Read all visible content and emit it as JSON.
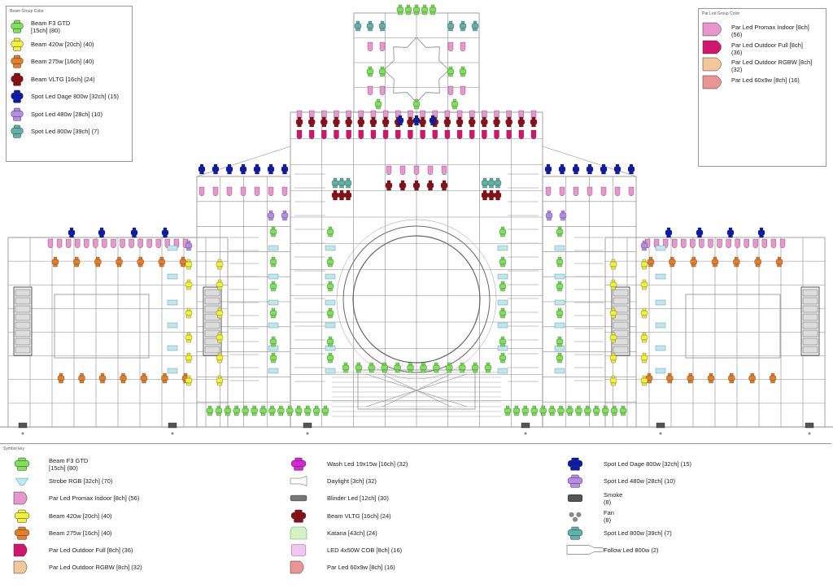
{
  "colors": {
    "beam_f3": "#7ee15a",
    "beam_420": "#f1f03d",
    "beam_275": "#e37f2b",
    "beam_vltg": "#8b0f16",
    "spot_dage": "#0c1aa8",
    "spot_480": "#b58de6",
    "spot_800": "#5fb3a8",
    "par_promax": "#e796cf",
    "par_outdoor_full": "#d1166d",
    "par_rgbw": "#f1c79b",
    "par_60": "#ea9595",
    "wash_led": "#d726d7",
    "katana": "#d6f2c5",
    "led_cob": "#f0c8ef",
    "strobe": "#bfe7ee",
    "truss": "#8c8c8c"
  },
  "beam_legend": {
    "title": "Beam Group Color",
    "items": [
      {
        "label": "Beam F3 GTD\n[15ch] (80)",
        "icon": "beam-f3-icon",
        "color": "#7ee15a"
      },
      {
        "label": "Beam 420w [20ch] (40)",
        "icon": "beam-420-icon",
        "color": "#f1f03d"
      },
      {
        "label": "Beam 275w [16ch] (40)",
        "icon": "beam-275-icon",
        "color": "#e37f2b"
      },
      {
        "label": "Beam VLTG [16ch] (24)",
        "icon": "beam-vltg-icon",
        "color": "#8b0f16"
      },
      {
        "label": "Spot Led Dage 800w [32ch] (15)",
        "icon": "spot-dage-icon",
        "color": "#0c1aa8"
      },
      {
        "label": "Spot Led 480w [28ch] (10)",
        "icon": "spot-480-icon",
        "color": "#b58de6"
      },
      {
        "label": "Spot Led 800w [39ch] (7)",
        "icon": "spot-800-icon",
        "color": "#5fb3a8"
      }
    ]
  },
  "par_legend": {
    "title": "Par Led Group Color",
    "items": [
      {
        "label": "Par Led Promax Indoor [8ch]\n(56)",
        "icon": "par-promax-icon",
        "color": "#e796cf"
      },
      {
        "label": "Par Led Outdoor Full [8ch]\n(36)",
        "icon": "par-outdoor-full-icon",
        "color": "#d1166d"
      },
      {
        "label": "Par Led Outdoor RGBW [8ch]\n(32)",
        "icon": "par-rgbw-icon",
        "color": "#f1c79b"
      },
      {
        "label": "Par Led 60x9w [8ch] (16)",
        "icon": "par-60-icon",
        "color": "#ea9595"
      }
    ]
  },
  "symbol_key": {
    "title": "Symbol key",
    "columns": [
      [
        {
          "label": "Beam F3 GTD\n[15ch] (80)",
          "icon": "beam-f3-icon",
          "shape": "beam",
          "color": "#7ee15a"
        },
        {
          "label": "Strobe RGB [32ch] (70)",
          "icon": "strobe-icon",
          "shape": "strobe",
          "color": "#bfe7ee"
        },
        {
          "label": "Par Led Promax Indoor [8ch] (56)",
          "icon": "par-promax-icon",
          "shape": "par",
          "color": "#e796cf"
        },
        {
          "label": "Beam 420w [20ch] (40)",
          "icon": "beam-420-icon",
          "shape": "beam",
          "color": "#f1f03d"
        },
        {
          "label": "Beam 275w [16ch] (40)",
          "icon": "beam-275-icon",
          "shape": "beam",
          "color": "#e37f2b"
        },
        {
          "label": "Par Led Outdoor Full [8ch] (36)",
          "icon": "par-outdoor-full-icon",
          "shape": "par",
          "color": "#d1166d"
        },
        {
          "label": "Par Led Outdoor RGBW [8ch] (32)",
          "icon": "par-rgbw-icon",
          "shape": "par",
          "color": "#f1c79b"
        }
      ],
      [
        {
          "label": "Wash Led 19x15w [16ch] (32)",
          "icon": "wash-led-icon",
          "shape": "beam",
          "color": "#d726d7"
        },
        {
          "label": "Daylight [3ch] (32)",
          "icon": "daylight-icon",
          "shape": "daylight",
          "color": "#ffffff"
        },
        {
          "label": "Blinder Led [12ch] (30)",
          "icon": "blinder-icon",
          "shape": "blinder",
          "color": "#777777"
        },
        {
          "label": "Beam VLTG [16ch] (24)",
          "icon": "beam-vltg-icon",
          "shape": "beam",
          "color": "#8b0f16"
        },
        {
          "label": "Katana [43ch] (24)",
          "icon": "katana-icon",
          "shape": "katana",
          "color": "#d6f2c5"
        },
        {
          "label": "LED 4x50W COB [8ch] (16)",
          "icon": "led-cob-icon",
          "shape": "cob",
          "color": "#f0c8ef"
        },
        {
          "label": "Par Led 60x9w [8ch] (16)",
          "icon": "par-60-icon",
          "shape": "par",
          "color": "#ea9595"
        }
      ],
      [
        {
          "label": "Spot Led Dage 800w [32ch] (15)",
          "icon": "spot-dage-icon",
          "shape": "beam",
          "color": "#0c1aa8"
        },
        {
          "label": "Spot Led 480w [28ch] (10)",
          "icon": "spot-480-icon",
          "shape": "beam",
          "color": "#b58de6"
        },
        {
          "label": "Smoke\n(8)",
          "icon": "smoke-icon",
          "shape": "smoke",
          "color": "#555555"
        },
        {
          "label": "Fan\n(8)",
          "icon": "fan-icon",
          "shape": "fan",
          "color": "#888888"
        },
        {
          "label": "Spot Led 800w [39ch] (7)",
          "icon": "spot-800-icon",
          "shape": "beam",
          "color": "#5fb3a8"
        },
        {
          "label": "Follow Led 800w (2)",
          "icon": "follow-led-icon",
          "shape": "follow",
          "color": "#ffffff"
        }
      ]
    ]
  }
}
